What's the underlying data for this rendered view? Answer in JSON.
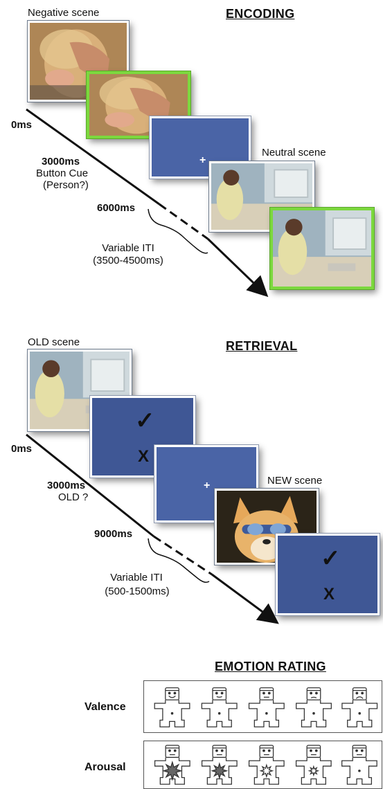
{
  "encoding": {
    "heading": "ENCODING",
    "first_scene_label": "Negative scene",
    "second_scene_label": "Neutral scene",
    "t0": "0ms",
    "t1": "3000ms",
    "t1_note_line1": "Button Cue",
    "t1_note_line2": "(Person?)",
    "t2": "6000ms",
    "iti_line1": "Variable ITI",
    "iti_line2": "(3500-4500ms)"
  },
  "retrieval": {
    "heading": "RETRIEVAL",
    "first_scene_label": "OLD scene",
    "second_scene_label": "NEW scene",
    "t0": "0ms",
    "t1": "3000ms",
    "t1_note": "OLD ?",
    "t2": "9000ms",
    "iti_line1": "Variable ITI",
    "iti_line2": "(500-1500ms)",
    "check_mark": "✓",
    "x_mark": "X"
  },
  "emotion_rating": {
    "heading": "EMOTION RATING",
    "rows": [
      {
        "label": "Valence"
      },
      {
        "label": "Arousal"
      }
    ]
  },
  "fixation": "+",
  "colors": {
    "screen_blue": "#4a64a6",
    "highlight_green": "#7cd83e"
  }
}
